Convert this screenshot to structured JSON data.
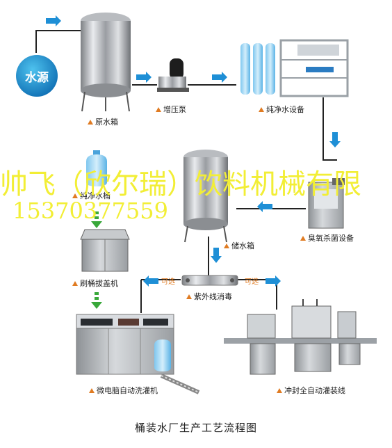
{
  "title": "桶装水厂生产工艺流程图",
  "source": "水源",
  "labels": {
    "raw_tank": "原水箱",
    "booster_pump": "增压泵",
    "pure_water_equipment": "纯净水设备",
    "pure_water_bucket": "纯净水桶",
    "ozone_sterilizer": "臭氧杀菌设备",
    "storage_tank": "储水箱",
    "brush_decapper": "刷桶拔盖机",
    "uv_sterilizer": "紫外线消毒",
    "washing_filling_machine": "微电脑自动洗灌机",
    "auto_filling_line": "冲封全自动灌装线"
  },
  "optional_left": "可选",
  "optional_right": "可选",
  "watermark": {
    "company": "帅飞（欣尔瑞）饮料机械有限",
    "phone": "15370377559"
  },
  "colors": {
    "arrow_blue": "#1e8fd6",
    "arrow_green": "#39a83a",
    "orange": "#e07b22",
    "watermark": "#f2ee35"
  }
}
